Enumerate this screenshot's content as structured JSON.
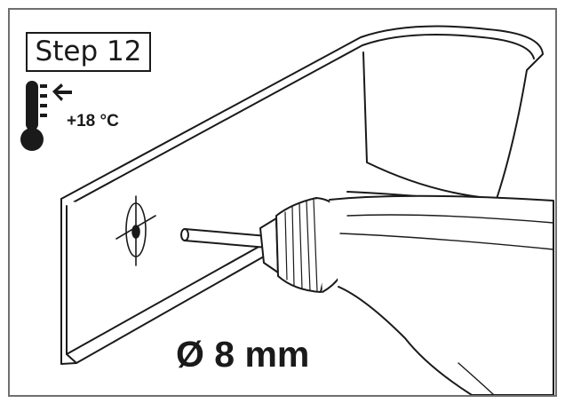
{
  "step": {
    "label": "Step 12"
  },
  "temperature": {
    "value": "+18 °C",
    "icon": "thermometer-icon"
  },
  "drill": {
    "diameter_label": "Ø 8 mm"
  },
  "colors": {
    "ink": "#1a1a1a",
    "frame": "#6f6f6f",
    "shade": "#f1f1f1"
  }
}
